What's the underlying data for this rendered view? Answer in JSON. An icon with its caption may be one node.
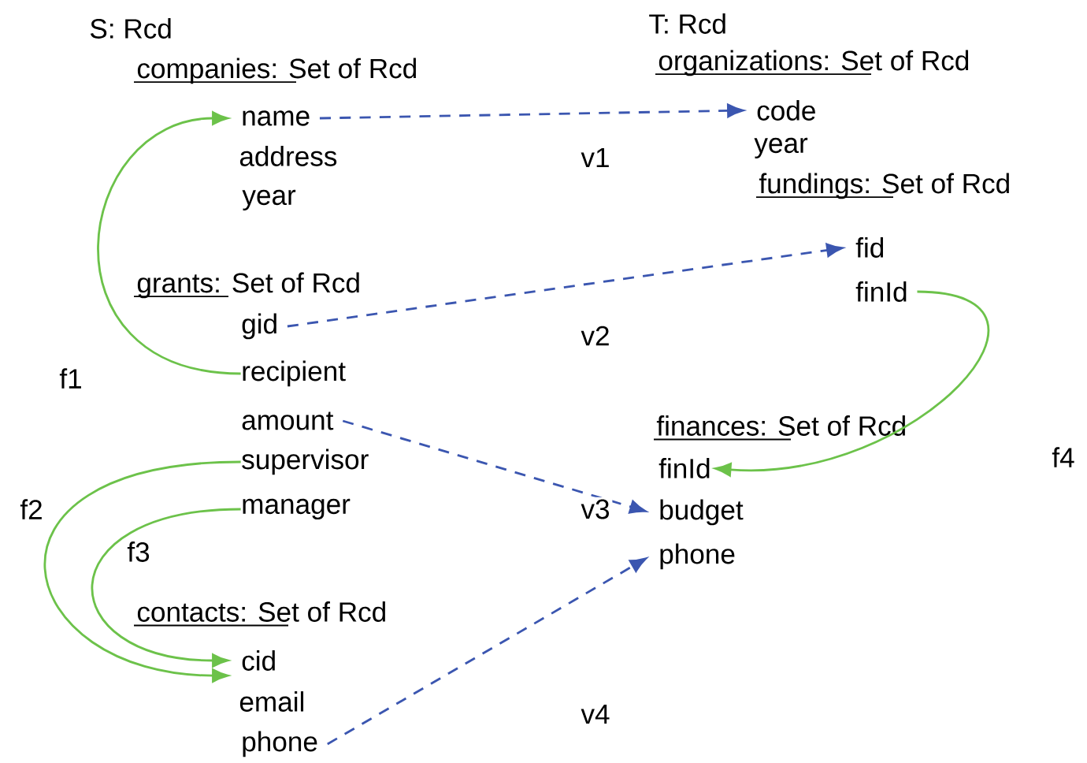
{
  "diagram": {
    "nodes": [
      {
        "text": [
          "name"
        ]
      },
      {
        "text": [
          "code"
        ]
      },
      {
        "text": [
          "gid"
        ]
      },
      {
        "text": [
          "fid"
        ]
      },
      {
        "text": [
          "recipient"
        ]
      },
      {
        "text": [
          "finId"
        ]
      },
      {
        "text": [
          "amount"
        ]
      },
      {
        "text": [
          "finId"
        ]
      },
      {
        "text": [
          "budget"
        ]
      },
      {
        "text": [
          "supervisor"
        ]
      },
      {
        "text": [
          "manager"
        ]
      },
      {
        "text": [
          "phone"
        ]
      },
      {
        "text": [
          "cid"
        ]
      },
      {
        "text": [
          "phone"
        ]
      }
    ],
    "edges": [
      {
        "from": 0,
        "to": 1,
        "arrow": "to",
        "label": "v1",
        "style": "dashed",
        "color": "#3b56b0"
      },
      {
        "from": 4,
        "to": 0,
        "arrow": "to",
        "label": "f1",
        "color": "#6cc24a"
      },
      {
        "from": 2,
        "to": 3,
        "arrow": "to",
        "label": "v2",
        "style": "dashed",
        "color": "#3b56b0"
      },
      {
        "from": 5,
        "to": 7,
        "arrow": "to",
        "label": "f4",
        "color": "#6cc24a"
      },
      {
        "from": 6,
        "to": 8,
        "arrow": "to",
        "label": "v3",
        "style": "dashed",
        "color": "#3b56b0"
      },
      {
        "from": 9,
        "to": 12,
        "arrow": "to",
        "label": "f2",
        "color": "#6cc24a"
      },
      {
        "from": 10,
        "to": 12,
        "arrow": "to",
        "label": "f3",
        "color": "#6cc24a"
      },
      {
        "from": 13,
        "to": 11,
        "arrow": "to",
        "label": "v4",
        "style": "dashed",
        "color": "#3b56b0"
      }
    ],
    "labels": [
      "S: Rcd",
      "T: Rcd",
      "companies: Set of Rcd",
      "organizations: Set of Rcd",
      "address",
      "year",
      "year",
      "fundings: Set of Rcd",
      "grants: Set of Rcd",
      "finances: Set of Rcd",
      "contacts: Set of Rcd",
      "email"
    ]
  }
}
